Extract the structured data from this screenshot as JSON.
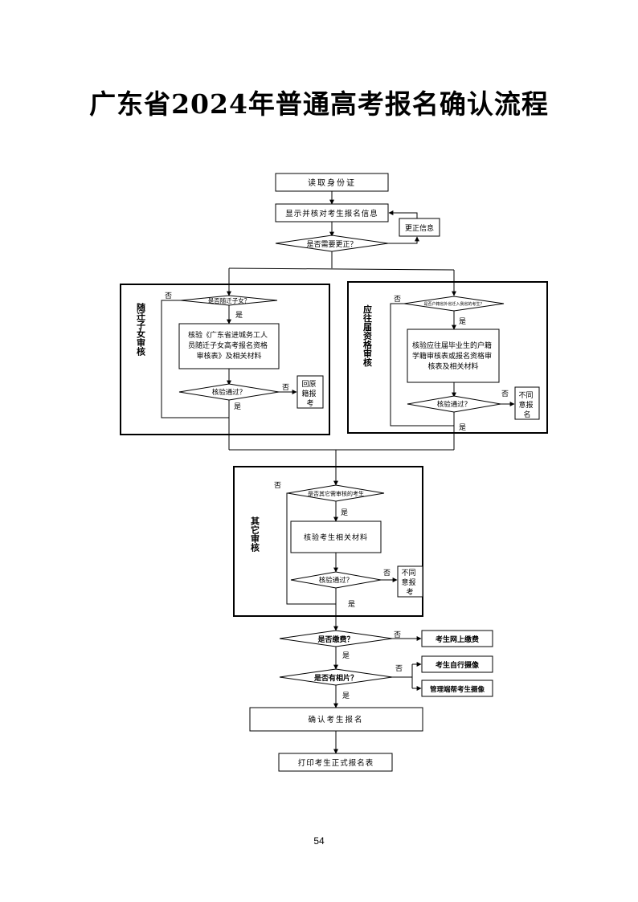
{
  "title": "广东省2024年普通高考报名确认流程",
  "page_number": "54",
  "flow": {
    "read_id": "读取身份证",
    "show_verify": "显示并核对考生报名信息",
    "correct_info": "更正信息",
    "need_correct": "是否需要更正？",
    "yes": "是",
    "no": "否",
    "group_migrant": {
      "label": "随迁子女审核",
      "is_migrant": "是否随迁子女？",
      "verify_text": "核验《广东省进城务工人员随迁子女高考报名资格审核表》及相关材料",
      "pass": "核验通过？",
      "fail_text": "回原籍报考"
    },
    "group_graduate": {
      "label": "应往届资格审核",
      "is_outside": "是否户籍省外省迁入我省的考生？",
      "verify_text": "核验应往届毕业生的户籍学籍审核表或报名资格审核表及相关材料",
      "pass": "核验通过？",
      "fail_text": "不同意报名"
    },
    "group_other": {
      "label": "其它审核",
      "need_other": "是否其它需审核的考生",
      "verify_text": "核验考生相关材料",
      "pass": "核验通过？",
      "fail_text": "不同意报考"
    },
    "paid": "是否缴费？",
    "online_pay": "考生网上缴费",
    "has_photo": "是否有相片？",
    "self_photo": "考生自行摄像",
    "admin_photo": "管理端帮考生摄像",
    "confirm": "确认考生报名",
    "print": "打印考生正式报名表"
  }
}
